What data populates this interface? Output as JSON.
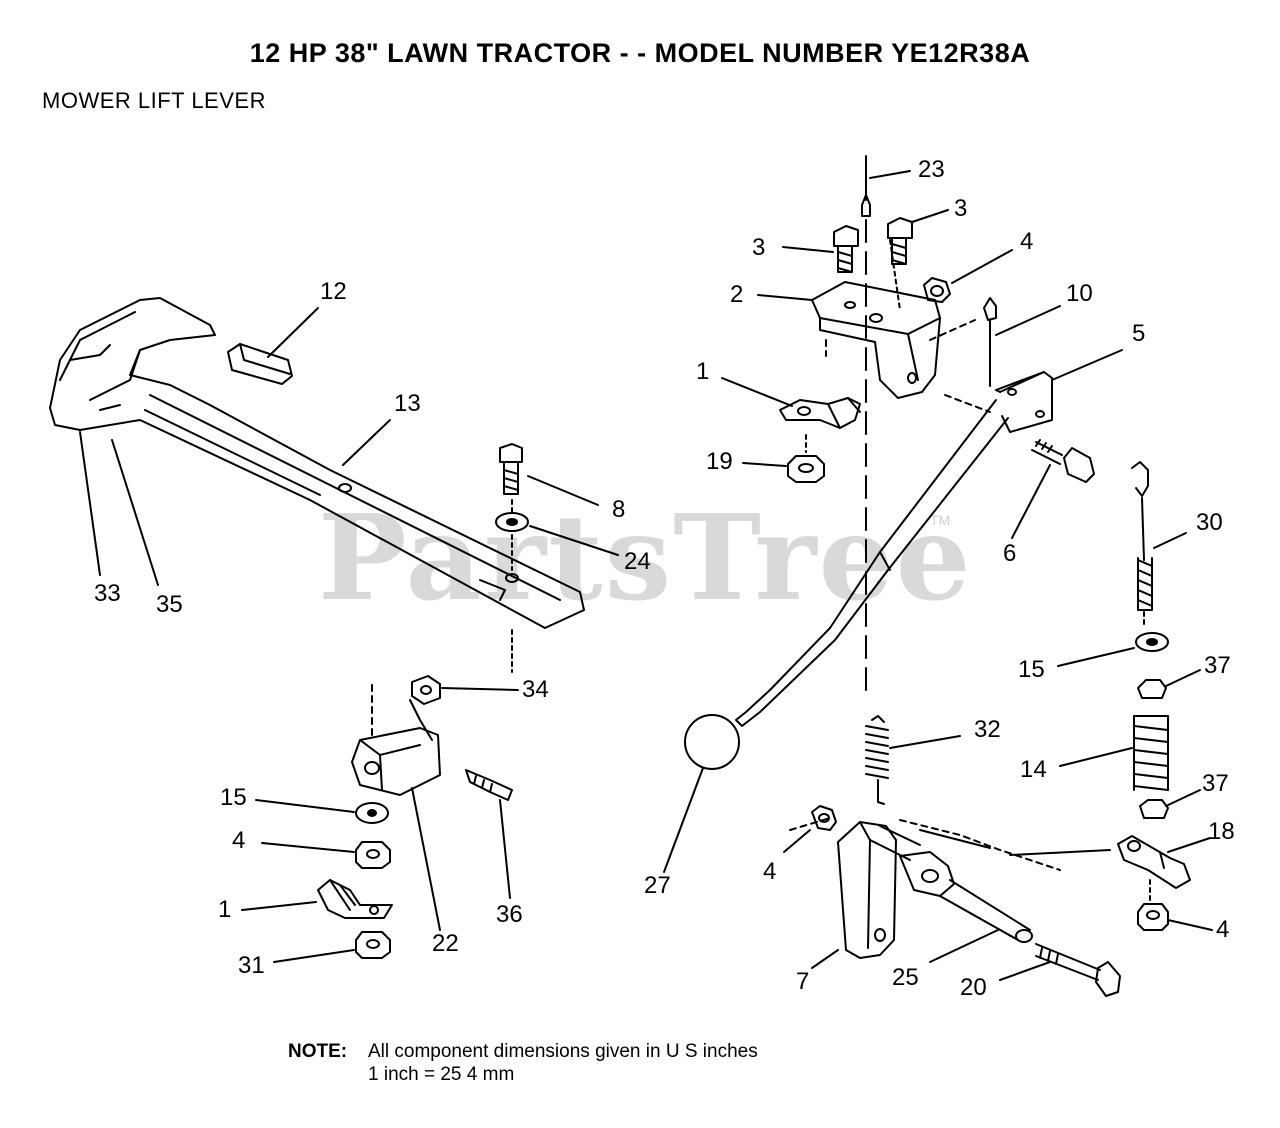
{
  "header": {
    "title": "12 HP 38\" LAWN TRACTOR - - MODEL NUMBER YE12R38A",
    "subtitle": "MOWER LIFT LEVER"
  },
  "watermark": {
    "text": "PartsTree",
    "tm": "TM"
  },
  "callouts": [
    "23",
    "3",
    "3",
    "4",
    "2",
    "10",
    "5",
    "12",
    "1",
    "13",
    "19",
    "8",
    "6",
    "30",
    "24",
    "33",
    "35",
    "15",
    "37",
    "34",
    "32",
    "14",
    "37",
    "15",
    "4",
    "27",
    "4",
    "18",
    "1",
    "22",
    "36",
    "4",
    "31",
    "7",
    "25",
    "20"
  ],
  "note": {
    "label": "NOTE:",
    "line1": "All component dimensions given in U S  inches",
    "line2": "1 inch = 25 4 mm"
  }
}
